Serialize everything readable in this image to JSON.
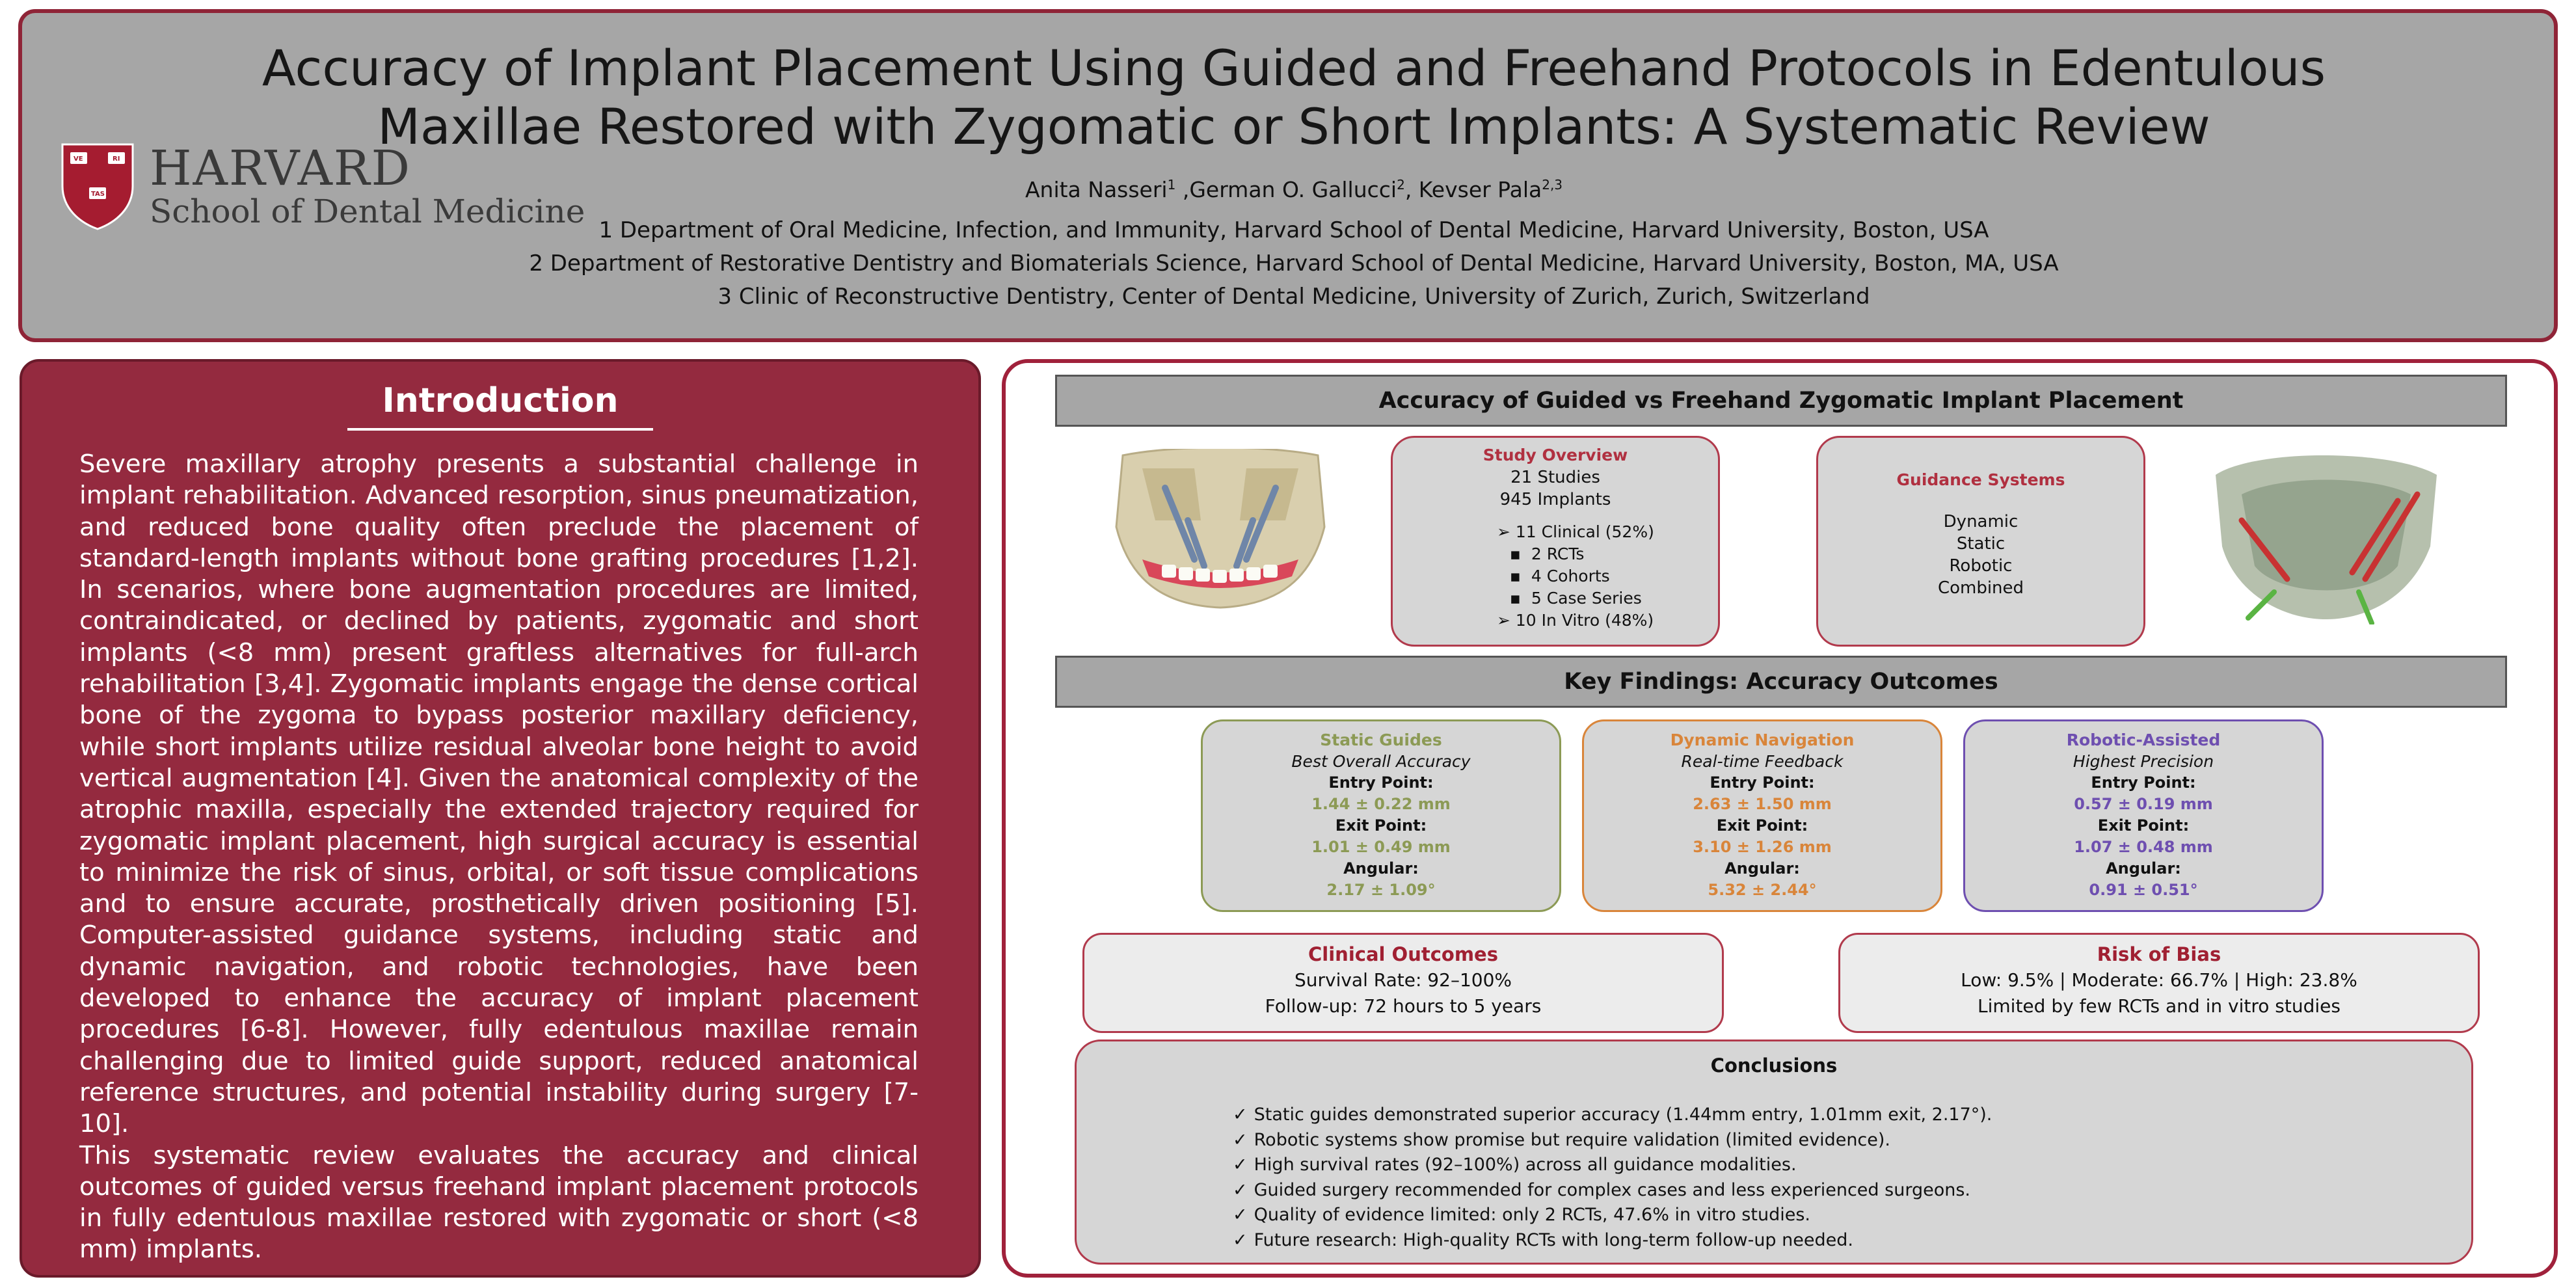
{
  "header": {
    "title_line1": "Accuracy of Implant Placement Using Guided and Freehand Protocols in Edentulous",
    "title_line2": "Maxillae Restored with Zygomatic or Short Implants: A Systematic Review",
    "authors": [
      {
        "name": "Anita Nasseri",
        "sup": "1"
      },
      {
        "name": " ,German O. Gallucci",
        "sup": "2"
      },
      {
        "name": ", Kevser Pala",
        "sup": "2,3"
      }
    ],
    "affiliations": [
      "1 Department of Oral Medicine, Infection, and Immunity, Harvard School of Dental Medicine, Harvard University, Boston, USA",
      "2 Department of Restorative Dentistry and Biomaterials Science, Harvard School of Dental Medicine, Harvard University, Boston, MA, USA",
      "3 Clinic of Reconstructive Dentistry, Center of Dental Medicine, University of Zurich, Zurich, Switzerland"
    ],
    "logo": {
      "name": "HARVARD",
      "school": "School of Dental Medicine",
      "shield_text": "VE RI TAS",
      "icon": "harvard-shield-icon"
    }
  },
  "intro": {
    "title": "Introduction",
    "para1": "Severe maxillary atrophy presents a substantial challenge in implant rehabilitation. Advanced resorption, sinus pneumatization, and reduced bone quality often preclude the placement of standard-length implants without bone grafting procedures [1,2]. In scenarios, where bone augmentation procedures are limited, contraindicated, or declined by patients, zygomatic and short implants (<8 mm) present graftless alternatives for full-arch rehabilitation [3,4]. Zygomatic implants engage the dense cortical bone of the zygoma to bypass posterior maxillary deficiency, while short implants utilize residual alveolar bone height to avoid vertical augmentation [4]. Given the anatomical complexity of the atrophic maxilla, especially the extended trajectory required for zygomatic implant placement, high surgical accuracy is essential to minimize the risk of sinus, orbital, or soft tissue complications and to ensure accurate, prosthetically driven positioning [5]. Computer-assisted guidance systems, including static and dynamic navigation, and robotic technologies, have been developed to enhance the accuracy of implant placement procedures [6-8]. However, fully edentulous maxillae remain challenging due to limited guide support, reduced anatomical reference structures, and potential instability during surgery [7-10].",
    "para2": "This systematic review evaluates the accuracy and clinical outcomes of guided versus freehand implant placement protocols in fully edentulous maxillae restored with zygomatic or short (<8 mm) implants."
  },
  "panel": {
    "banner1": "Accuracy of Guided vs Freehand Zygomatic Implant Placement",
    "study": {
      "title": "Study Overview",
      "lines": [
        "21 Studies",
        "945 Implants"
      ],
      "items": [
        {
          "marker": "➢",
          "text": "11 Clinical (52%)"
        },
        {
          "marker": "▪",
          "text": "2 RCTs"
        },
        {
          "marker": "▪",
          "text": "4 Cohorts"
        },
        {
          "marker": "▪",
          "text": "5 Case Series"
        },
        {
          "marker": "➢",
          "text": "10 In Vitro (48%)"
        }
      ]
    },
    "guidance": {
      "title": "Guidance Systems",
      "items": [
        "Dynamic",
        "Static",
        "Robotic",
        "Combined"
      ]
    },
    "banner2": "Key Findings: Accuracy Outcomes",
    "findings": [
      {
        "title": "Static Guides",
        "subtitle": "Best Overall Accuracy",
        "entry_label": "Entry Point:",
        "entry": "1.44 ± 0.22 mm",
        "exit_label": "Exit Point:",
        "exit": "1.01 ± 0.49 mm",
        "angular_label": "Angular:",
        "angular": "2.17 ± 1.09°",
        "color": "#8c9a55"
      },
      {
        "title": "Dynamic Navigation",
        "subtitle": "Real-time Feedback",
        "entry_label": "Entry Point:",
        "entry": "2.63 ± 1.50 mm",
        "exit_label": "Exit Point:",
        "exit": "3.10 ± 1.26 mm",
        "angular_label": "Angular:",
        "angular": "5.32 ± 2.44°",
        "color": "#d9853a"
      },
      {
        "title": "Robotic-Assisted",
        "subtitle": "Highest Precision",
        "entry_label": "Entry Point:",
        "entry": "0.57 ± 0.19 mm",
        "exit_label": "Exit Point:",
        "exit": "1.07 ± 0.48 mm",
        "angular_label": "Angular:",
        "angular": "0.91 ± 0.51°",
        "color": "#6e4fb0"
      }
    ],
    "clinical": {
      "title": "Clinical Outcomes",
      "line1": "Survival Rate: 92–100%",
      "line2": "Follow-up: 72 hours to 5 years"
    },
    "bias": {
      "title": "Risk of Bias",
      "line1": "Low: 9.5% | Moderate: 66.7% | High: 23.8%",
      "line2": "Limited by few RCTs and in vitro studies"
    },
    "conclusions": {
      "title": "Conclusions",
      "mark": "✓",
      "items": [
        "Static guides demonstrated superior accuracy (1.44mm entry, 1.01mm exit, 2.17°).",
        "Robotic systems show promise but require validation (limited evidence).",
        "High survival rates (92–100%) across all guidance modalities.",
        "Guided surgery recommended for complex cases and less experienced surgeons.",
        "Quality of evidence limited: only 2 RCTs, 47.6% in vitro studies.",
        "Future research: High-quality RCTs with long-term follow-up needed."
      ]
    },
    "images": {
      "left": "zygomatic-implant-skull-illustration",
      "right": "maxilla-3d-implant-model"
    }
  }
}
